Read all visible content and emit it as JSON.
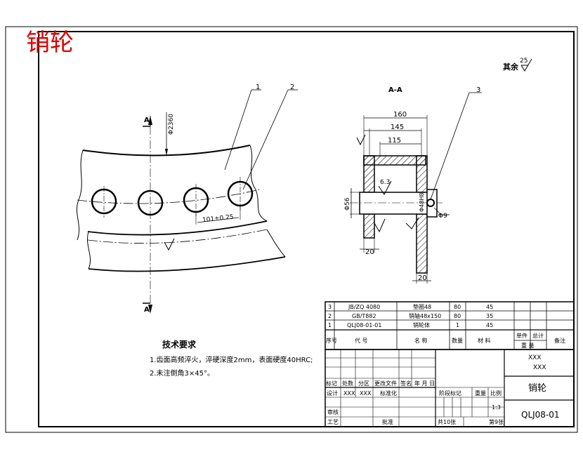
{
  "title": "销轮",
  "colors": {
    "title": "#e00000",
    "ink": "#000000",
    "hatch": "#000000"
  },
  "roughness": {
    "label": "其余",
    "value": "25"
  },
  "section_label": "A-A",
  "cut_marks": {
    "top": "A",
    "bottom": "A"
  },
  "balloons": [
    "1",
    "2",
    "3"
  ],
  "front_view": {
    "diameter": "Φ2360",
    "spacing": "101±0.25"
  },
  "section_view": {
    "dim_160": "160",
    "dim_145": "145",
    "dim_115": "115",
    "dim_d56": "Φ56",
    "dim_d48": "Φ48H8",
    "dim_20_left": "20",
    "dim_20_right": "20",
    "dim_d9": "Φ9",
    "rough_63": "6.3"
  },
  "tech_req": {
    "title": "技术要求",
    "line1": "1.齿面高频淬火，淬硬深度2mm，表面硬度40HRC;",
    "line2": "2.未注倒角3×45°。"
  },
  "bom": {
    "rows": [
      {
        "no": "3",
        "code": "JB/ZQ 4080",
        "name": "垫圈48",
        "qty": "80",
        "mat": "45"
      },
      {
        "no": "2",
        "code": "GB/T882",
        "name": "销轴48x150",
        "qty": "80",
        "mat": "35"
      },
      {
        "no": "1",
        "code": "QLJ08-01-01",
        "name": "销轮体",
        "qty": "1",
        "mat": "45"
      }
    ],
    "header": {
      "no": "序号",
      "code": "代  号",
      "name": "名  称",
      "qty": "数量",
      "mat": "材  料",
      "unit": "单件",
      "total": "总计",
      "weight": "重  量",
      "remark": "备注"
    }
  },
  "title_block": {
    "company1": "XXX",
    "company2": "XXX",
    "drawing_name": "销轮",
    "drawing_no": "QLJ08-01",
    "row1": [
      "标记",
      "处数",
      "分区",
      "更改文件",
      "签名",
      "年 月 日"
    ],
    "designer_label": "设计",
    "designer": "XXX",
    "designer2": "XXX",
    "standard_label": "标准化",
    "stage_label": "阶段标记",
    "weight_label": "重量",
    "scale_label": "比例",
    "scale": "1:3",
    "check_label": "审核",
    "process_label": "工艺",
    "approve_label": "批准",
    "sheets": "共10张",
    "sheet_no": "第9张"
  }
}
